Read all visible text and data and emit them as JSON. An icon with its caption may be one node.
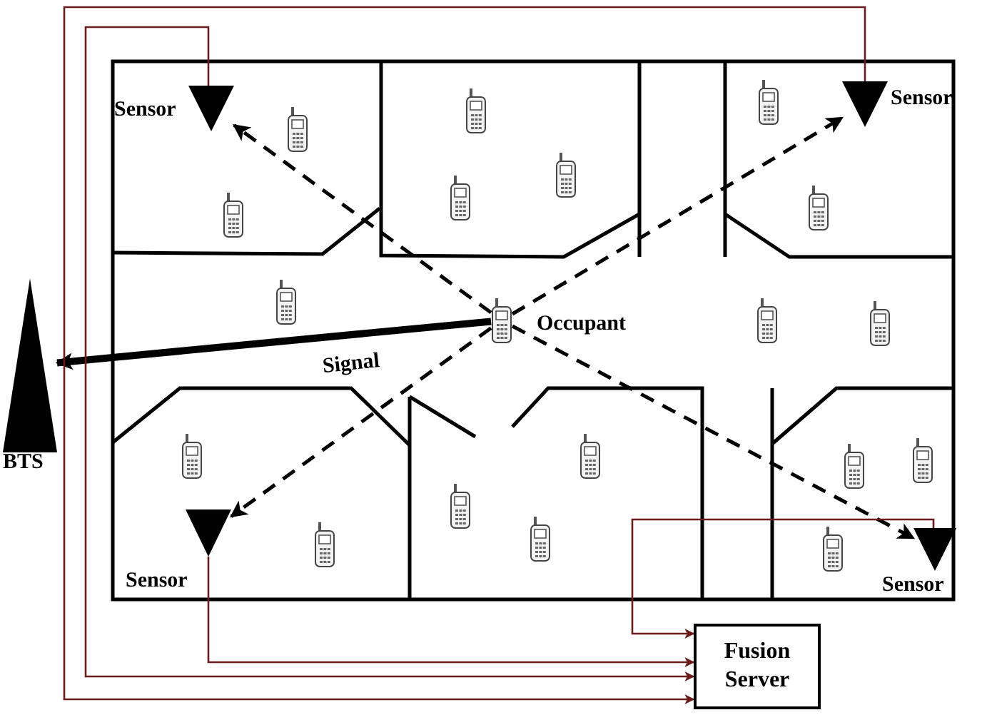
{
  "diagram": {
    "nodes": [
      {
        "text": [
          "Sensor"
        ]
      },
      {
        "text": [
          "Sensor"
        ]
      },
      {
        "text": [
          "Occupant"
        ]
      },
      {
        "text": [
          "BTS"
        ]
      },
      {
        "text": [
          "Sensor"
        ]
      },
      {
        "text": [
          "Sensor"
        ]
      },
      {
        "text": [
          "Fusion Server"
        ]
      }
    ],
    "edges": [
      {
        "from": 2,
        "to": 0,
        "arrow": "to",
        "style": "dashed"
      },
      {
        "from": 2,
        "to": 1,
        "arrow": "to",
        "style": "dashed"
      },
      {
        "from": 2,
        "to": 4,
        "arrow": "to",
        "style": "dashed"
      },
      {
        "from": 2,
        "to": 5,
        "arrow": "to",
        "style": "dashed"
      },
      {
        "from": 2,
        "to": 3,
        "arrow": "to",
        "label": "Signal",
        "style": "thick"
      },
      {
        "from": 0,
        "to": 6,
        "arrow": "to",
        "color": "#6b1d1d"
      },
      {
        "from": 1,
        "to": 6,
        "arrow": "to",
        "color": "#6b1d1d"
      },
      {
        "from": 4,
        "to": 6,
        "arrow": "to",
        "color": "#6b1d1d"
      },
      {
        "from": 5,
        "to": 6,
        "arrow": "to",
        "color": "#6b1d1d"
      }
    ]
  }
}
